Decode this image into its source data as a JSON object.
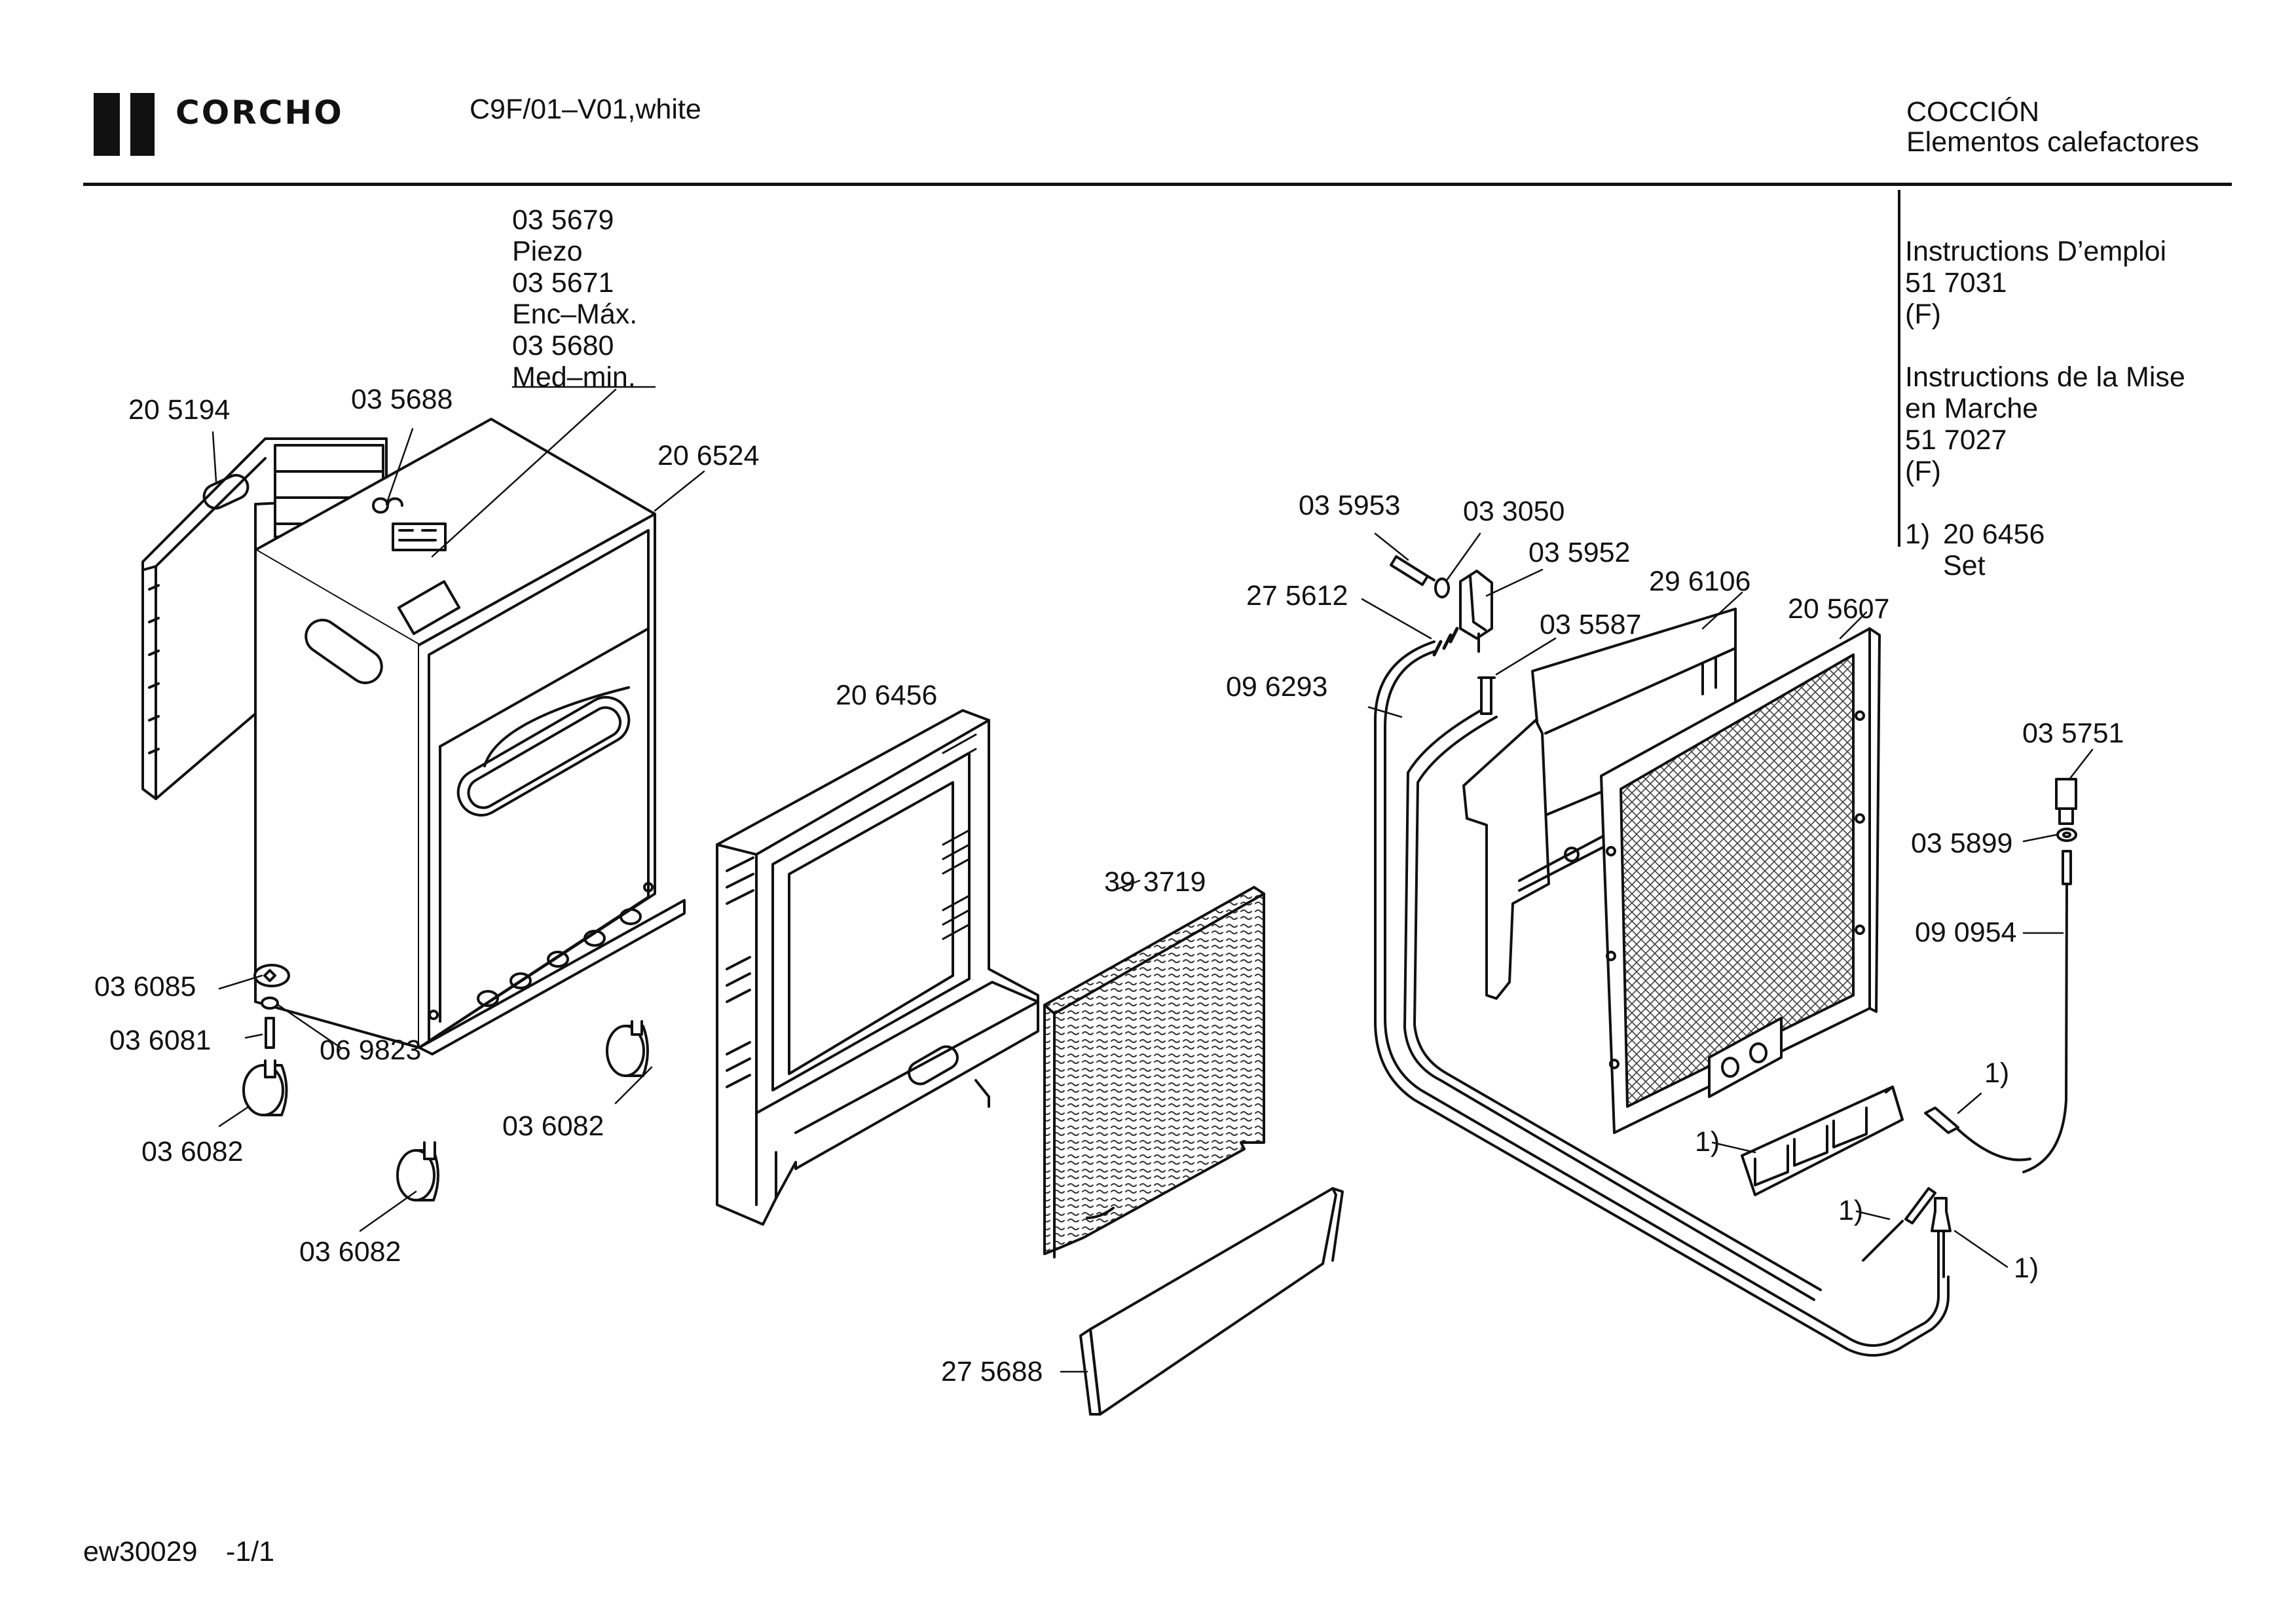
{
  "header": {
    "brand": "CORCHO",
    "model": "C9F/01–V01,white",
    "category": "COCCIÓN",
    "subcategory": "Elementos calefactores"
  },
  "documents": {
    "doc1_title": "Instructions D’emploi",
    "doc1_number": "51 7031",
    "doc1_lang": "(F)",
    "doc2_title_line1": "Instructions de la Mise",
    "doc2_title_line2": "en Marche",
    "doc2_number": "51 7027",
    "doc2_lang": "(F)",
    "set_marker": "1)",
    "set_number": "20 6456",
    "set_label": "Set"
  },
  "callout_group": {
    "line1": "03 5679",
    "line2": "Piezo",
    "line3": "03 5671",
    "line4": "Enc–Máx.",
    "line5": "03 5680",
    "line6": "Med–min."
  },
  "parts": {
    "p205194": "20 5194",
    "p035688": "03 5688",
    "p206524": "20 6524",
    "p206456": "20 6456",
    "p393719": "39 3719",
    "p036085": "03 6085",
    "p036081": "03 6081",
    "p069823": "06 9823",
    "p036082a": "03 6082",
    "p036082b": "03 6082",
    "p036082c": "03 6082",
    "p275688": "27 5688",
    "p035953": "03 5953",
    "p033050": "03 3050",
    "p035952": "03 5952",
    "p275612": "27 5612",
    "p296106": "29 6106",
    "p205607": "20 5607",
    "p035587": "03 5587",
    "p096293": "09 6293",
    "p035751": "03 5751",
    "p035899": "03 5899",
    "p090954": "09 0954",
    "set1": "1)",
    "set2": "1)",
    "set3": "1)",
    "set4": "1)"
  },
  "footer": {
    "code": "ew30029",
    "page": "-1/1"
  }
}
